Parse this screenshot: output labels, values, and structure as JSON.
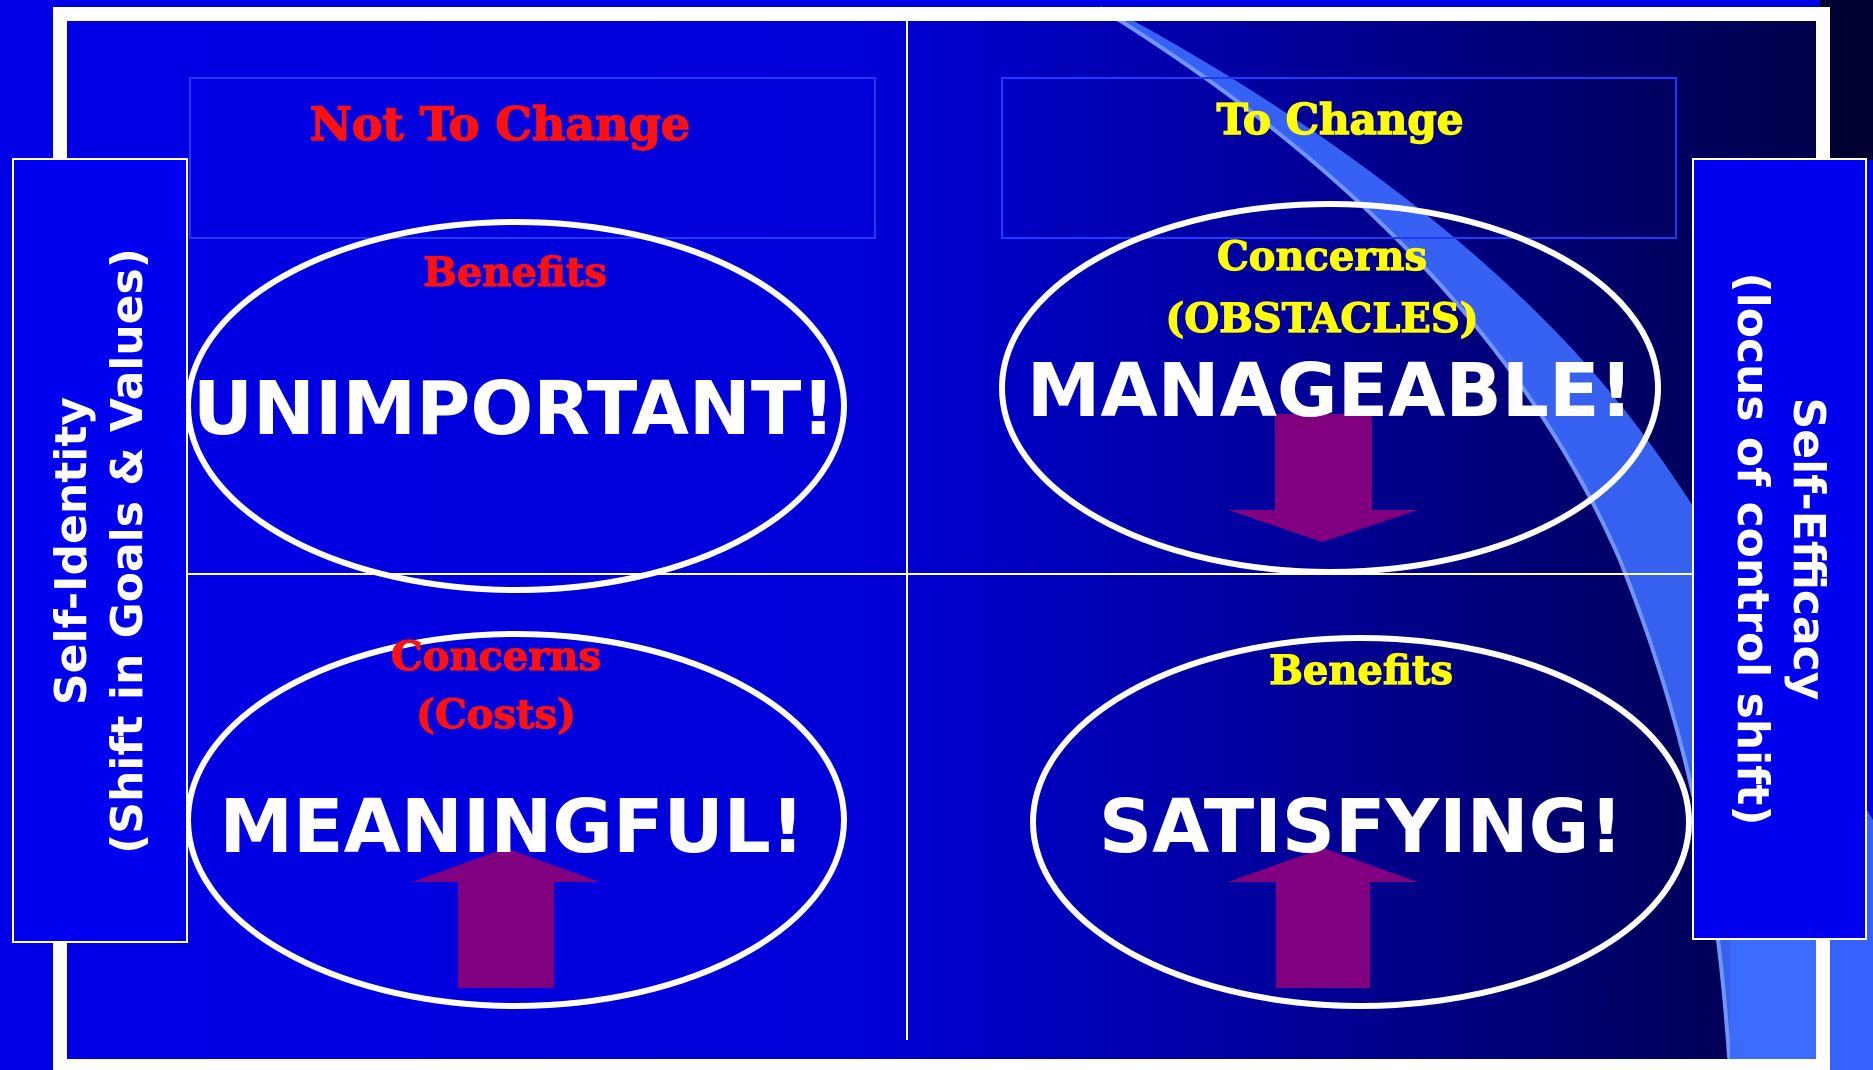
{
  "colors": {
    "background": "#0000e6",
    "panel_light": "#0000e6",
    "panel_dark": "#000050",
    "frame": "#ffffff",
    "header_red": "#ff1010",
    "header_yellow": "#ffff00",
    "arrow": "#800080",
    "ellipse_stroke": "#ffffff",
    "ribbon": "#3c6cff"
  },
  "headers": {
    "not_to_change": "Not To Change",
    "to_change": "To Change"
  },
  "quadrants": {
    "top_left": {
      "label": "Benefits",
      "label_line2": "",
      "word": "UNIMPORTANT!"
    },
    "top_right": {
      "label": "Concerns",
      "label_line2": "(OBSTACLES)",
      "word": "MANAGEABLE!"
    },
    "bottom_left": {
      "label": "Concerns",
      "label_line2": "(Costs)",
      "word": "MEANINGFUL!"
    },
    "bottom_right": {
      "label": "Benefits",
      "label_line2": "",
      "word": "SATISFYING!"
    }
  },
  "left_side": {
    "line1": "Self-Identity",
    "line2": "(Shift in Goals & Values)"
  },
  "right_side": {
    "line1": "Self-Efficacy",
    "line2": "(locus of control shift)"
  },
  "icons": {
    "top_right_arrow": "arrow-down-icon",
    "bottom_left_arrow": "arrow-up-icon",
    "bottom_right_arrow": "arrow-up-icon"
  }
}
